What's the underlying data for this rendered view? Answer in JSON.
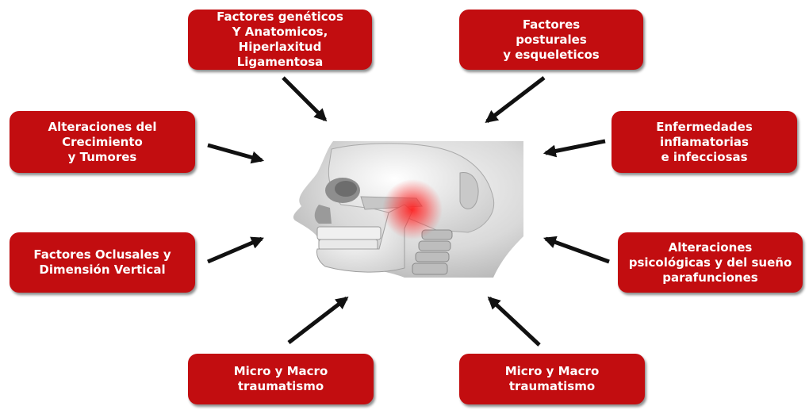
{
  "boxes": [
    {
      "key": "geneticos",
      "label": "Factores genéticos\nY Anatomicos,\nHiperlaxitud\nLigamentosa"
    },
    {
      "key": "posturales",
      "label": "Factores\nposturales\ny esqueleticos"
    },
    {
      "key": "crecimiento",
      "label": "Alteraciones del\nCrecimiento\ny Tumores"
    },
    {
      "key": "inflamatorias",
      "label": "Enfermedades\ninflamatorias\ne infecciosas"
    },
    {
      "key": "oclusales",
      "label": "Factores Oclusales y\nDimensión Vertical"
    },
    {
      "key": "psicologicas",
      "label": "Alteraciones\npsicológicas y del sueño\nparafunciones"
    },
    {
      "key": "trauma_left",
      "label": "Micro y Macro\ntraumatismo"
    },
    {
      "key": "trauma_right",
      "label": "Micro y Macro\ntraumatismo"
    }
  ],
  "colors": {
    "box": "#c20d10",
    "arrow": "#111111",
    "pain": "#ff1a1a"
  }
}
